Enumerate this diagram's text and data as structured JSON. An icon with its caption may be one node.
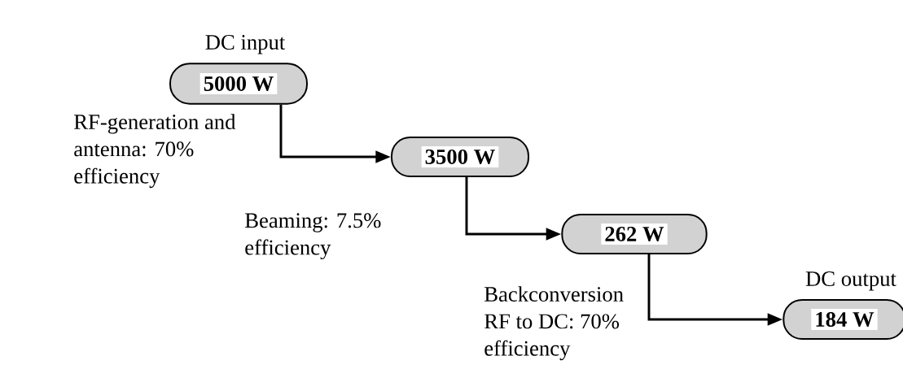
{
  "diagram": {
    "nodes": [
      {
        "text": [
          "DC input",
          "5000 W"
        ]
      },
      {
        "text": [
          "3500 W"
        ]
      },
      {
        "text": [
          "262 W"
        ]
      },
      {
        "text": [
          "DC output",
          "184 W"
        ]
      }
    ],
    "edges": [
      {
        "from": 0,
        "to": 1,
        "arrow": "to",
        "label": "RF-generation and antenna: 70% efficiency"
      },
      {
        "from": 1,
        "to": 2,
        "arrow": "to",
        "label": "Beaming: 7.5% efficiency"
      },
      {
        "from": 2,
        "to": 3,
        "arrow": "to",
        "label": "Backconversion RF to DC: 70% efficiency"
      }
    ]
  }
}
